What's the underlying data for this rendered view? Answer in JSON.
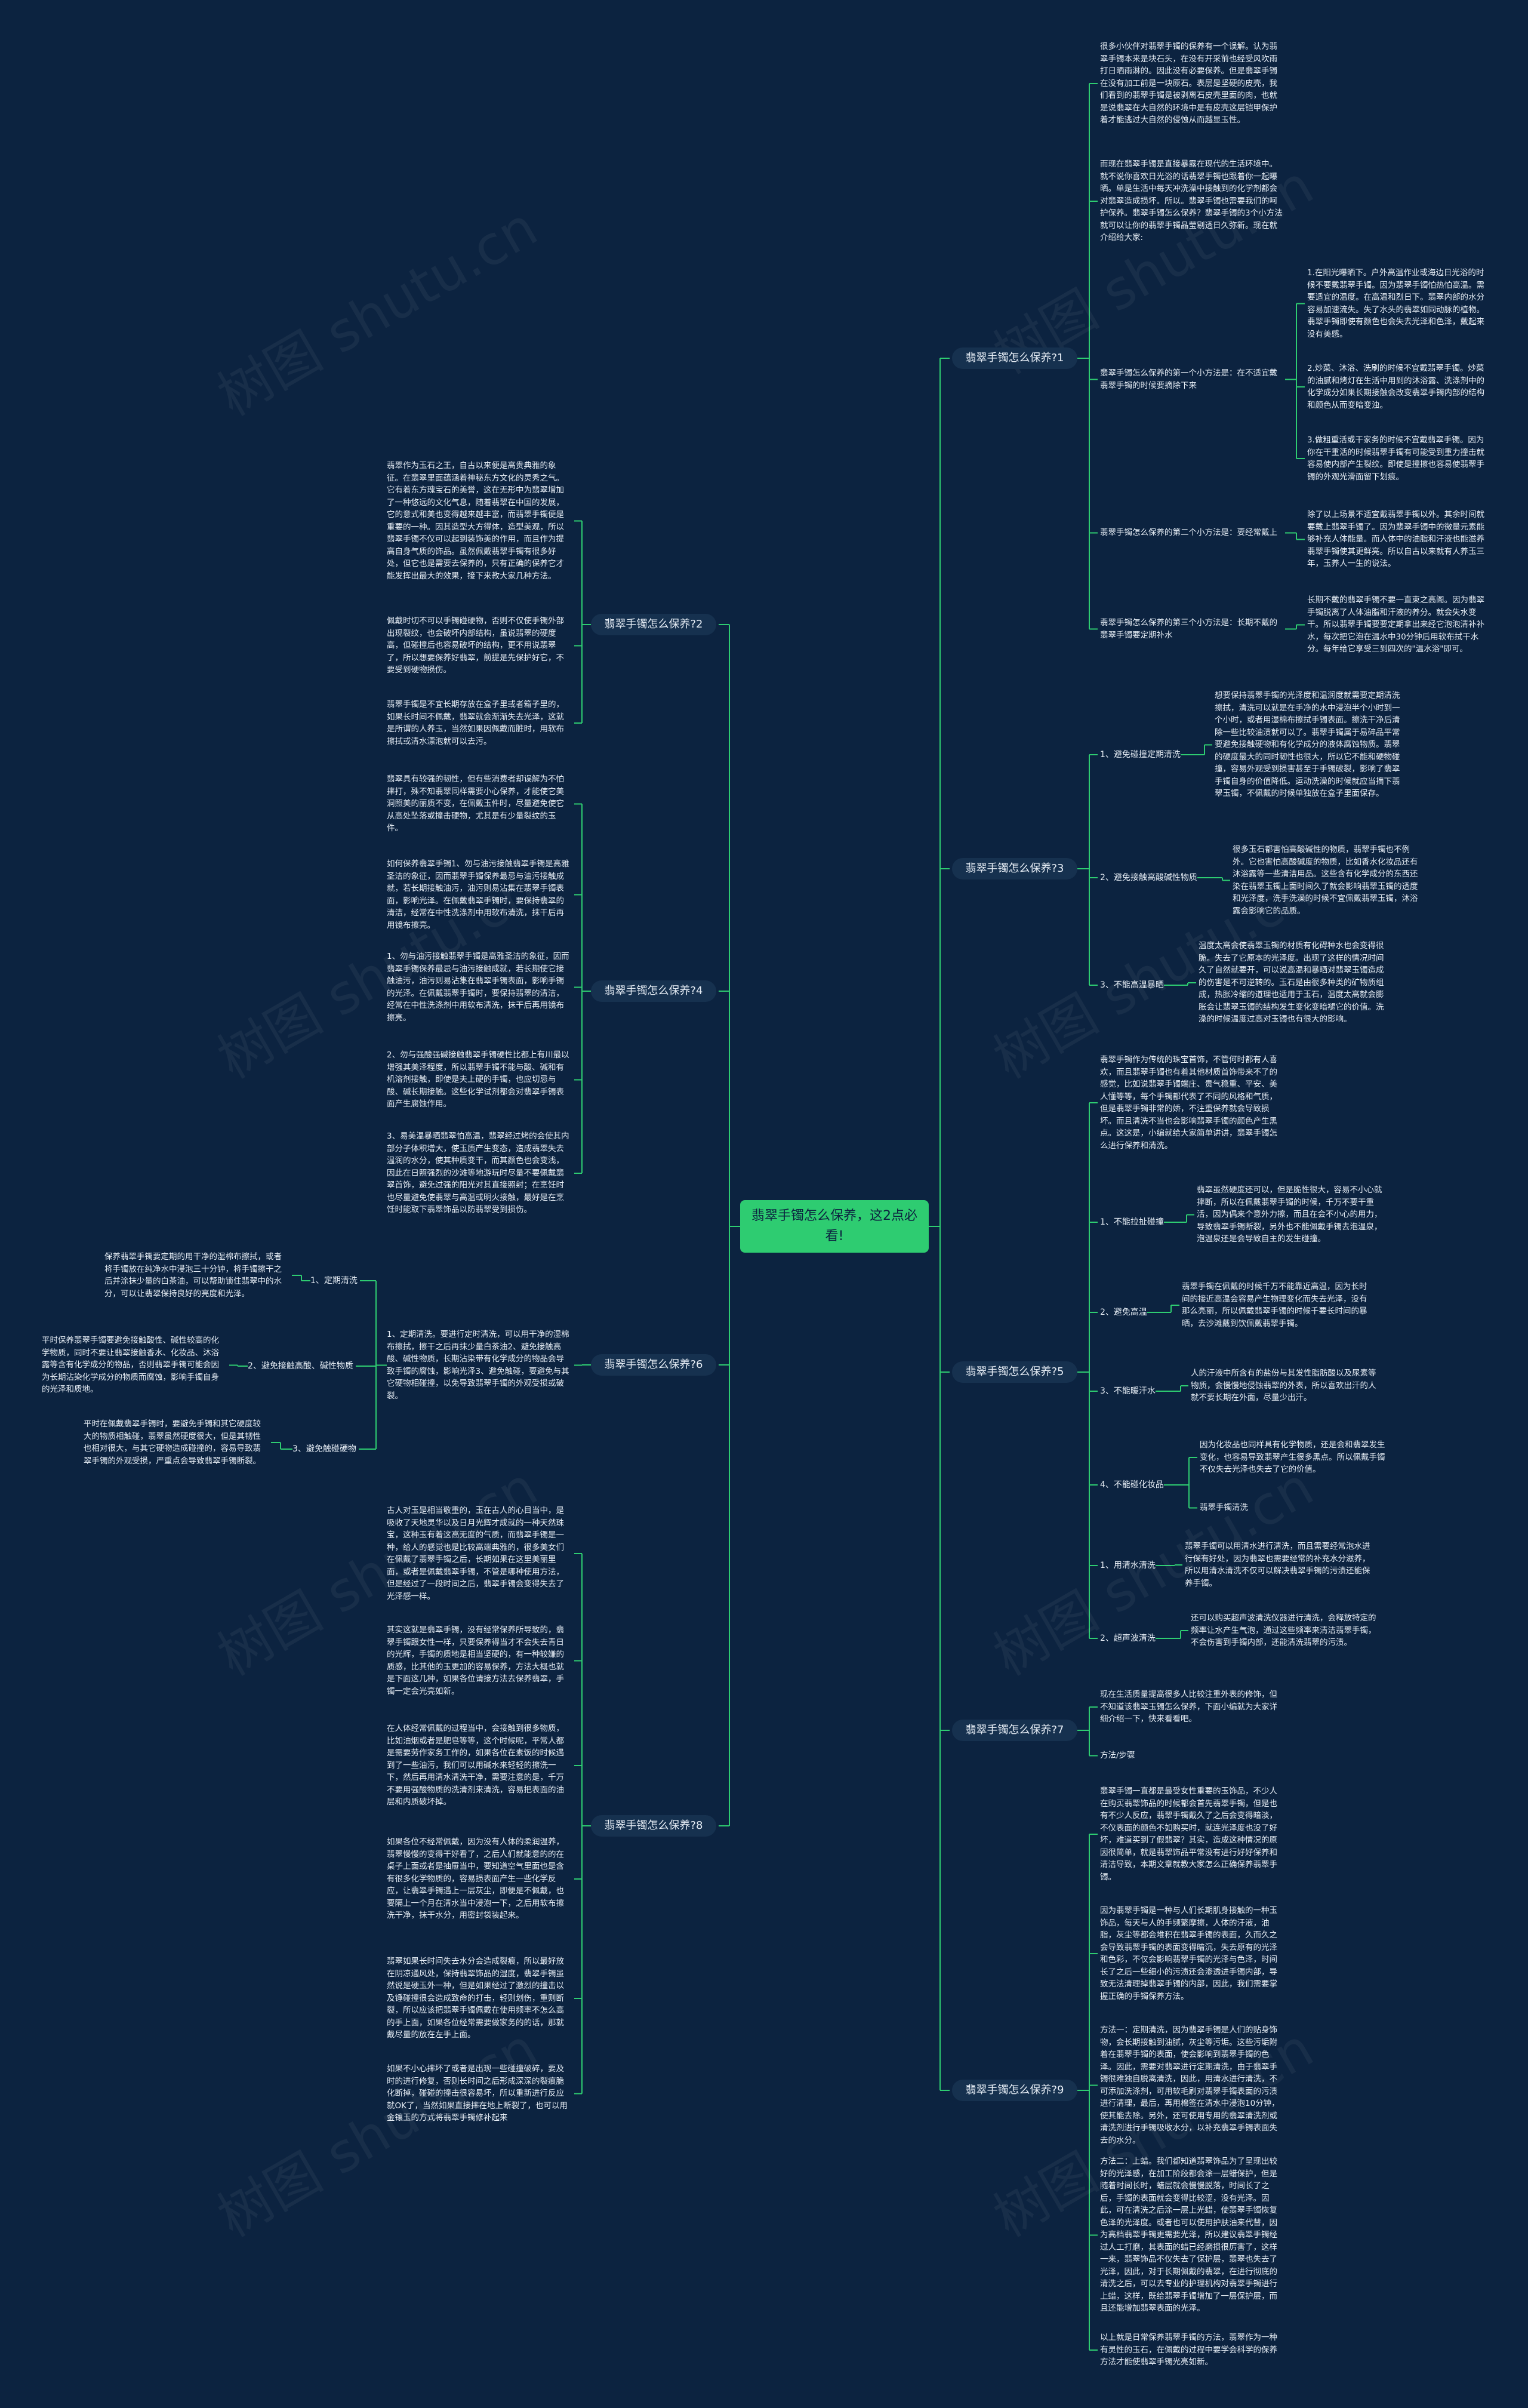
{
  "root": "翡翠手镯怎么保养，这2点必看!",
  "watermark": "树图 shutu.cn",
  "colors": {
    "background": "#0c2340",
    "accent": "#2ecc71",
    "line": "#2ecc71"
  },
  "b1": {
    "title": "翡翠手镯怎么保养?1",
    "t1": "很多小伙伴对翡翠手镯的保养有一个误解。认为翡翠手镯本来是块石头，在没有开采前也经受风吹雨打日晒雨淋的。因此没有必要保养。但是翡翠手镯在没有加工前是一块原石。表层是坚硬的皮壳，我们看到的翡翠手镯是被剥离石皮壳里面的肉，也就是说翡翠在大自然的环境中是有皮壳这层铠甲保护着才能逃过大自然的侵蚀从而越显玉性。",
    "t2": "而现在翡翠手镯是直接暴露在现代的生活环境中。就不说你喜欢日光浴的话翡翠手镯也跟着你一起曝晒。单是生活中每天冲洗澡中接触到的化学剂都会对翡翠造成损坏。所以。翡翠手镯也需要我们的呵护保养。翡翠手镯怎么保养？翡翠手镯的3个小方法就可以让你的翡翠手镯晶莹剔透日久弥新。现在就介绍给大家:",
    "m1": "翡翠手镯怎么保养的第一个小方法是：在不适宜戴翡翠手镯的时候要摘除下来",
    "m1a": "1.在阳光曝晒下。户外高温作业或海边日光浴的时候不要戴翡翠手镯。因为翡翠手镯怕热怕高温。需要适宜的温度。在高温和烈日下。翡翠内部的水分容易加速流失。失了水头的翡翠如同动脉的植物。翡翠手镯即使有颜色也会失去光泽和色泽，戴起来没有美感。",
    "m1b": "2.炒菜、沐浴、洗刷的时候不宜戴翡翠手镯。炒菜的油腻和烤灯在生活中用到的沐浴露、洗涤剂中的化学成分如果长期接触会改变翡翠手镯内部的结构和颜色从而变暗变浊。",
    "m1c": "3.做粗重活或干家务的时候不宜戴翡翠手镯。因为你在干重活的时候翡翠手镯有可能受到重力撞击就容易使内部产生裂纹。即使是撞擦也容易使翡翠手镯的外观光滑面留下划痕。",
    "m2": "翡翠手镯怎么保养的第二个小方法是：要经常戴上",
    "m2t": "除了以上场景不适宜戴翡翠手镯以外。其余时间就要戴上翡翠手镯了。因为翡翠手镯中的微量元素能够补充人体能量。而人体中的油脂和汗液也能滋养翡翠手镯使其更鲜亮。所以自古以来就有人养玉三年，玉养人一生的说法。",
    "m3": "翡翠手镯怎么保养的第三个小方法是：长期不戴的翡翠手镯要定期补水",
    "m3t": "长期不戴的翡翠手镯不要一直束之高阁。因为翡翠手镯脱离了人体油脂和汗液的养分。就会失水变干。所以翡翠手镯要要定期拿出来经它泡泡清补补水，每次把它泡在温水中30分钟后用软布拭干水分。每年给它享受三到四次的\"温水浴\"即可。"
  },
  "b2": {
    "title": "翡翠手镯怎么保养?2",
    "t1": "翡翠作为玉石之王，自古以来便是高贵典雅的象征。在翡翠里面蕴涵着神秘东方文化的灵秀之气。它有着东方瑰宝石的美誉，这在无形中为翡翠增加了一种悠远的文化气息，随着翡翠在中国的发展，它的意式和美也变得越来越丰富，而翡翠手镯便是重要的一种。因其造型大方得体，造型美观，所以翡翠手镯不仅可以起到装饰美的作用，而且作为提高自身气质的饰品。虽然佩戴翡翠手镯有很多好处，但它也是需要去保养的，只有正确的保养它才能发挥出最大的效果，接下来教大家几种方法。",
    "t2": "佩戴时切不可以手镯碰硬物，否则不仅使手镯外部出现裂纹，也会破坏内部结构，虽说翡翠的硬度高，但碰撞后也容易破坏的结构，更不用说翡翠了，所以想要保养好翡翠，前提是先保护好它，不要受到硬物损伤。",
    "t3": "翡翠手镯是不宜长期存放在盒子里或者箱子里的，如果长时间不佩戴，翡翠就会渐渐失去光泽，这就是所谓的人养玉，当然如果因佩戴而脏时，用软布擦拭或清水漂泡就可以去污。"
  },
  "b3": {
    "title": "翡翠手镯怎么保养?3",
    "l1": "1、避免碰撞定期清洗",
    "l1t": "想要保持翡翠手镯的光泽度和温润度就需要定期清洗擦拭，清洗可以就是在手净的水中浸泡半个小时到一个小时，或者用湿棉布擦拭手镯表面。擦洗干净后清除一些比较油渍就可以了。翡翠手镯属于易碎品平常要避免接触硬物和有化学成分的液体腐蚀物质。翡翠的硬度最大的同时韧性也很大，所以它不能和硬物碰撞，容易外观受到损害甚至于手镯破裂，影响了翡翠手镯自身的价值降低。运动洗澡的时候就应当摘下翡翠玉镯，不佩戴的时候单独放在盒子里面保存。",
    "l2": "2、避免接触高酸碱性物质",
    "l2t": "很多玉石都害怕高酸碱性的物质，翡翠手镯也不例外。它也害怕高酸碱度的物质，比如香水化妆品还有沐浴露等一些清洁用品。这些含有化学成分的东西还染在翡翠玉镯上面时间久了就会影响翡翠玉镯的透度和光泽度，洗手洗澡的时候不宜佩戴翡翠玉镯，沐浴露会影响它的品质。",
    "l3": "3、不能高温暴晒",
    "l3t": "温度太高会使翡翠玉镯的材质有化碍种水也会变得很脆。失去了它原本的光泽度。出现了这样的情况时间久了自然就要开，可以说高温和暴晒对翡翠玉镯造成的伤害是不可逆转的。玉石是由很多种类的矿物质组成，热胀冷缩的道理也适用于玉石，温度太高就会膨胀会让翡翠玉镯的结构发生变化变暗褪它的价值。洗澡的时候温度过高对玉镯也有很大的影响。"
  },
  "b4": {
    "title": "翡翠手镯怎么保养?4",
    "t1": "翡翠具有较强的韧性，但有些消费者却误解为不怕摔打，殊不知翡翠同样需要小心保养，才能使它美洞照美的丽质不变，在佩戴玉件时，尽量避免使它从高处坠落或撞击硬物，尤其是有少量裂纹的玉件。",
    "t2": "如何保养翡翠手镯1、勿与油污接触翡翠手镯是高雅圣洁的象征，因而翡翠手镯保养最忌与油污接触成就，若长期接触油污，油污则易沾集在翡翠手镯表面，影响光泽。在佩戴翡翠手镯时，要保持翡翠的清洁，经常在中性洗涤剂中用软布清洗，抹干后再用镜布擦亮。",
    "t3": "1、勿与油污接触翡翠手镯是高雅圣洁的象征，因而翡翠手镯保养最忌与油污接触成就，若长期使它接触油污，油污则易沾集在翡翠手镯表面，影响手镯的光泽。在佩戴翡翠手镯时，要保持翡翠的清洁，经常在中性洗涤剂中用软布清洗，抹干后再用镜布擦亮。",
    "t4": "2、勿与强酸强碱接触翡翠手镯硬性比都上有川最以增强其美泽程度，所以翡翠手镯不能与酸、碱和有机溶剂接触，即使是夫上硬的手镯，也应切忌与酸、碱长期接触。这些化学试剂都会对翡翠手镯表面产生腐蚀作用。",
    "t5": "3、易美温暴晒翡翠怕高温，翡翠经过烤的会使其内部分子体积增大，使玉质产生变态，造成翡翠失去温润的水分，使其种质变干，而其颜色也会变浅，因此在日照强烈的沙滩等地游玩时尽量不要佩戴翡翠首饰，避免过强的阳光对其直接照射；在烹饪时也尽量避免使翡翠与高温或明火接触，最好是在烹饪时能取下翡翠饰品以防翡翠受到损伤。"
  },
  "b5": {
    "title": "翡翠手镯怎么保养?5",
    "t1": "翡翠手镯作为传统的珠宝首饰，不管何时都有人喜欢，而且翡翠手镯也有着其他材质首饰带来不了的感觉，比如说翡翠手镯端庄、贵气稳重、平安、美人懂等等，每个手镯都代表了不同的风格和气质，但是翡翠手镯非常的娇，不注重保养就会导致损坏。而且清洗不当也会影响翡翠手镯的颜色产生黑点。这这是，小编就给大家简单讲讲，翡翠手镯怎么进行保养和清洗。",
    "l1": "1、不能拉扯碰撞",
    "l1t": "翡翠虽然硬度还可以，但是脆性很大，容易不小心就摔断，所以在佩戴翡翠手镯的时候，千万不要干重活，因为偶来个意外力擦，而且在会不小心的用力，导致翡翠手镯断裂，另外也不能佩戴手镯去泡温泉，泡温泉还是会导致自主的发生碰撞。",
    "l2": "2、避免高温",
    "l2t": "翡翠手镯在佩戴的时候千万不能靠近高温，因为长时间的接近高温会容易产生物理变化而失去光泽，没有那么亮丽，所以佩戴翡翠手镯的时候千要长时间的暴晒，去沙滩戴到饮佩戴翡翠手镯。",
    "l3": "3、不能暖汗水",
    "l3t": "人的汗液中所含有的盐份与其发性脂肪酸以及尿素等物质，会慢慢地侵蚀翡翠的外表，所以喜欢出汗的人就不要长期在外面，尽量少出汗。",
    "l4": "4、不能碰化妆品",
    "l4t": "因为化妆品也同样具有化学物质，还是会和翡翠发生变化，也容易导致翡翠产生很多黑点。所以佩戴手镯不仅失去光泽也失去了它的价值。",
    "l4x": "翡翠手镯清洗",
    "l5": "1、用清水清洗",
    "l5t": "翡翠手镯可以用清水进行清洗，而且需要经常泡水进行保有好处，因为翡翠也需要经常的补充水分滋养，所以用清水清洗不仅可以解决翡翠手镯的污渍还能保养手镯。",
    "l6": "2、超声波清洗",
    "l6t": "还可以购买超声波清洗仪器进行清洗，会释放特定的频率让水产生气泡，通过这些频率来清洁翡翠手镯，不会伤害到手镯内部，还能清洗翡翠的污渍。"
  },
  "b6": {
    "title": "翡翠手镯怎么保养?6",
    "t1": "1、定期清洗。要进行定时清洗，可以用干净的湿棉布擦拭，擦干之后再抹少量白茶油2、避免接触高酸、碱性物质，长期沾染带有化学成分的物品会导致手镯的腐蚀，影响光泽3、避免触碰，要避免与其它硬物相碰撞，以免导致翡翠手镯的外观受损或破裂。",
    "l1": "1、定期清洗",
    "l1t": "保养翡翠手镯要定期的用干净的湿棉布擦拭，或者将手镯放在纯净水中浸泡三十分钟，将手镯擦干之后并涂抹少量的白茶油，可以帮助锁住翡翠中的水分，可以让翡翠保持良好的亮度和光泽。",
    "l2": "2、避免接触高酸、碱性物质",
    "l2t": "平时保养翡翠手镯要避免接触酸性、碱性较高的化学物质，同时不要让翡翠接触香水、化妆品、沐浴露等含有化学成分的物品，否则翡翠手镯可能会因为长期沾染化学成分的物质而腐蚀，影响手镯自身的光泽和质地。",
    "l3": "3、避免触碰硬物",
    "l3t": "平时在佩戴翡翠手镯时，要避免手镯和其它硬度较大的物质相触碰，翡翠虽然硬度很大，但是其韧性也相对很大，与其它硬物造成碰撞的，容易导致翡翠手镯的外观受损，严重点会导致翡翠手镯断裂。"
  },
  "b7": {
    "title": "翡翠手镯怎么保养?7",
    "t1": "现在生活质量提高很多人比较注重外表的修饰，但不知道该翡翠玉镯怎么保养，下面小编就为大家详细介绍一下，快来看看吧。",
    "t2": "方法/步骤"
  },
  "b8": {
    "title": "翡翠手镯怎么保养?8",
    "t1": "古人对玉是相当敬重的，玉在古人的心目当中，是吸收了天地灵华以及日月光辉才成就的一种天然珠宝，这种玉有着这高无度的气质，而翡翠手镯是一种，给人的感觉也是比较高端典雅的，很多美女们在佩戴了翡翠手镯之后，长期如果在这里美丽里面，或者是佩戴翡翠手镯，不管是哪种使用方法，但是经过了一段时间之后，翡翠手镯会变得失去了光泽感一样。",
    "t2": "其实这就是翡翠手镯，没有经常保养所导致的，翡翠手镯跟女性一样，只要保养得当才不会失去青日的光辉，手镯的质地是相当坚硬的，有一种较嫌的质感，比其他的玉更加的容易保养，方法大概也就是下面这几种，如果各位请接方法去保养翡翠，手镯一定会光亮如新。",
    "t3": "在人体经常佩戴的过程当中，会接触到很多物质，比如油烟或者是肥皂等等，这个时候呢，平常人都是需要劳作家务工作的，如果各位在素饭的时候遇到了一些油污，我们可以用碱水来轻轻的擦洗一下，然后再用清水清洗干净，需要注意的是，千万不要用强酸物质的洗清剂来清洗，容易把表面的油层和内质破坏掉。",
    "t4": "如果各位不经常佩戴，因为没有人体的柔润温养，翡翠慢慢的变得干好看了，之后人们就能意的的在桌子上面或者是抽屉当中，要知道空气里面也是含有很多化学物质的，容易损表面产生一些化学反应，让翡翠手镯遇上一层灰尘，即便是不佩戴，也要隔上一个月在清水当中浸泡一下，之后用软布擦洗干净，抹干水分，用密封袋装起来。",
    "t5": "翡翠如果长时间失去水分会造成裂痕，所以最好放在阴凉通风处，保持翡翠饰品的湿度，翡翠手镯虽然说是硬玉外一种，但是如果经过了激烈的撞击以及锤碰撞很会造成致命的打击，轻则划伤，重则断裂，所以应该把翡翠手镯佩戴在使用频率不怎么高的手上面，如果各位经常需要做家务的的话，那就戴尽量的放在左手上面。",
    "t6": "如果不小心摔坏了或者是出现一些碰撞破碎，要及时的进行修复，否则长时间之后形成深深的裂痕脆化断掉，碰碰的撞击很容易坏，所以重新进行反应就OK了，当然如果直接摔在地上断裂了，也可以用金镶玉的方式将翡翠手镯修补起来"
  },
  "b9": {
    "title": "翡翠手镯怎么保养?9",
    "t1": "翡翠手镯一直都是最受女性重要的玉饰品，不少人在购买翡翠饰品的时候都会首先翡翠手镯，但是也有不少人反应，翡翠手镯戴久了之后会变得暗淡，不仅表面的颜色不如购买时，就连光泽度也没了好坏，难道买到了假翡翠？其实，造成这种情况的原因很简单，就是翡翠饰品平常没有进行好好保养和清洁导致，本期文章就教大家怎么正确保养翡翠手镯。",
    "t2": "因为翡翠手镯是一种与人们长期肌身接触的一种玉饰品，每天与人的手频繁摩擦，人体的汗液，油脂，灰尘等都会堆积在翡翠手镯的表面，久而久之会导致翡翠手镯的表面变得暗沉，失去原有的光泽和色彩，不仅会影响翡翠手镯的光泽与色泽，时间长了之后一些细小的污渍还会渗透进手镯内部，导致无法清理掉翡翠手镯的内部，因此，我们需要掌握正确的手镯保养方法。",
    "t3": "方法一：定期清洗，因为翡翠手镯是人们的贴身饰物，会长期接触到油腻，灰尘等污垢。这些污垢附着在翡翠手镯的表面，使会影响到翡翠手镯的色泽。因此，需要对翡翠进行定期清洗，由于翡翠手镯很难独自脱离清洗，因此，用清水进行清洗，不可添加洗涤剂，可用软毛刷对翡翠手镯表面的污渍进行清理，最后，再用棉签在清水中浸泡10分钟，使其能去除。另外，还可使用专用的翡翠清洗剂或清洗剂进行手镯吸收水分，以补充翡翠手镯表面失去的水分。",
    "t4": "方法二：上蜡。我们都知道翡翠饰品为了呈现出较好的光泽感，在加工阶段都会涂一层蜡保护，但是随着时间长时，蜡层就会慢慢脱落，时间长了之后，手镯的表面就会变得比较涩，没有光泽。因此，可在清洗之后涂一层上光蜡，使翡翠手镯恢复色泽的光泽度。或者也可以使用护肤油来代替，因为高档翡翠手镯更需要光泽，所以建议翡翠手镯经过人工打磨，其表面的蜡已经磨损很厉害了，这样一来，翡翠饰品不仅失去了保护层，翡翠也失去了光泽，因此，对于长期佩戴的翡翠，在进行彻底的清洗之后，可以去专业的护理机构对翡翠手镯进行上蜡，这样，既给翡翠手镯增加了一层保护层，而且还能增加翡翠表面的光泽。",
    "t5": "以上就是日常保养翡翠手镯的方法，翡翠作为一种有灵性的玉石，在佩戴的过程中要学会科学的保养方法才能使翡翠手镯光亮如新。"
  }
}
